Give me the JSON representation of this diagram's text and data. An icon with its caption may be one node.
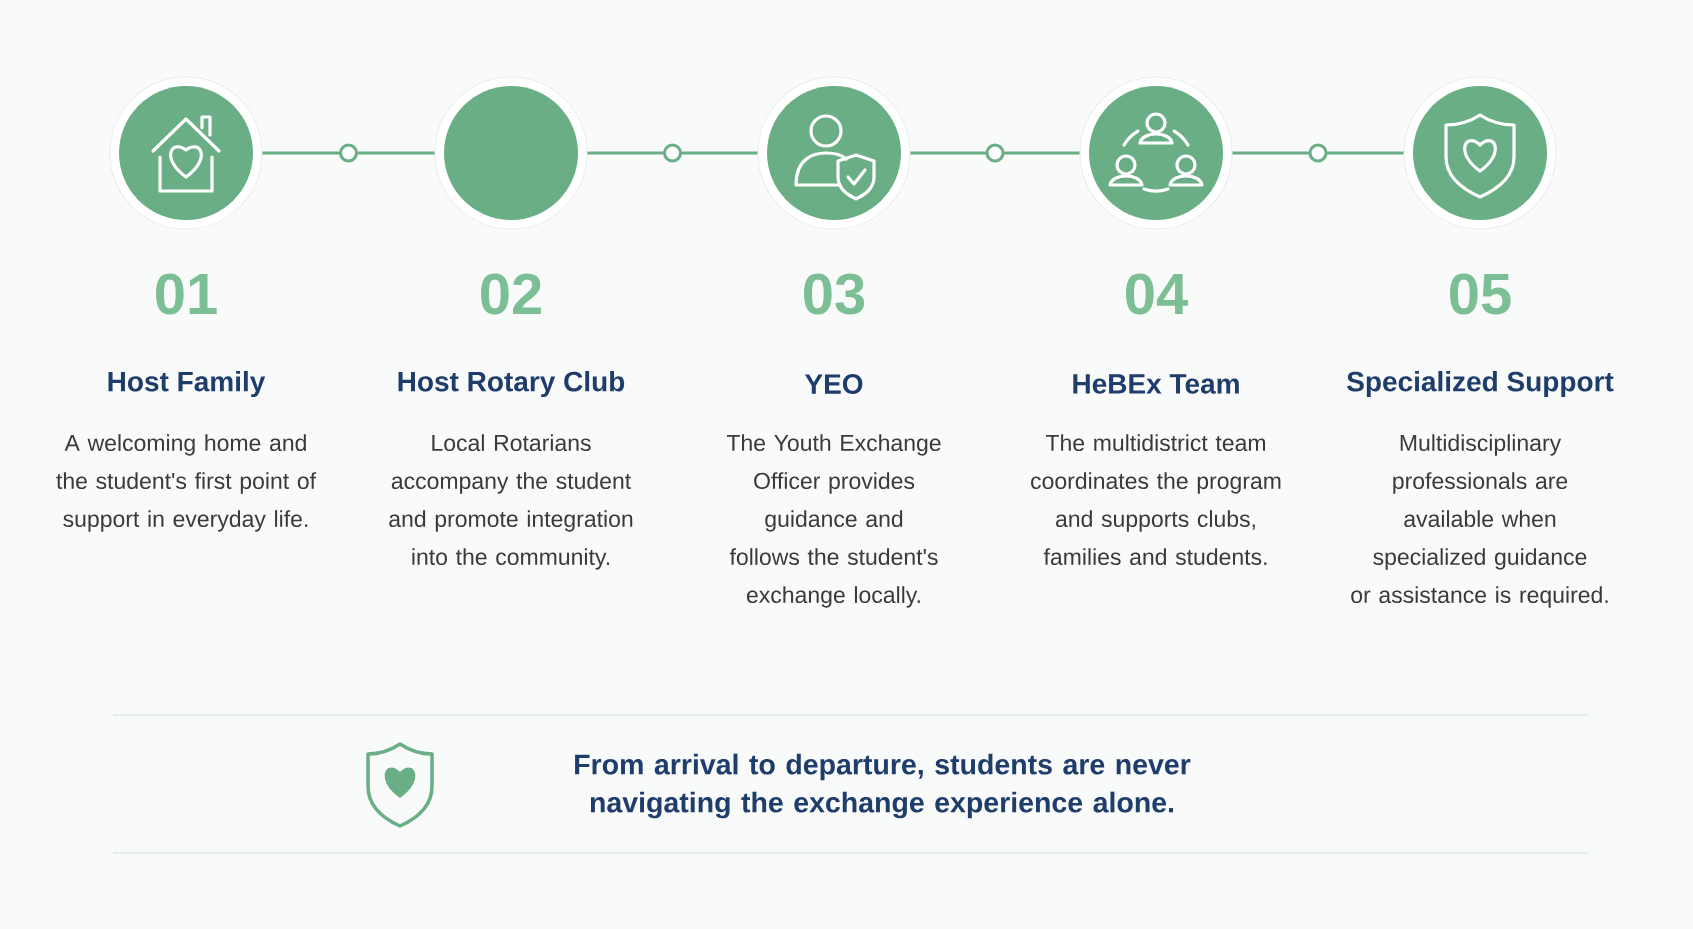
{
  "diagram": {
    "nodes": [
      {
        "text": [],
        "shape": "circle"
      },
      {
        "text": [],
        "shape": "circle"
      },
      {
        "text": [],
        "shape": "circle"
      },
      {
        "text": [],
        "shape": "circle"
      },
      {
        "text": [],
        "shape": "circle"
      }
    ],
    "edges": [
      {
        "from": 0,
        "to": 1,
        "arrow": "none"
      },
      {
        "from": 1,
        "to": 2,
        "arrow": "none"
      },
      {
        "from": 2,
        "to": 3,
        "arrow": "none"
      },
      {
        "from": 3,
        "to": 4,
        "arrow": "none"
      }
    ],
    "labels": [
      "01",
      "Host Family",
      "A welcoming home and the student's first point of support in everyday life.",
      "02",
      "Host Rotary Club",
      "Local Rotarians accompany the student and promote integration into the community.",
      "03",
      "YEO",
      "The Youth Exchange Officer provides guidance and follows the student's exchange locally.",
      "04",
      "HeBEx Team",
      "The multidistrict team coordinates the program and supports clubs, families and students.",
      "05",
      "Specialized Support",
      "Multidisciplinary professionals are available when specialized guidance or assistance is required.",
      "From arrival to departure, students are never navigating the exchange experience alone."
    ]
  }
}
